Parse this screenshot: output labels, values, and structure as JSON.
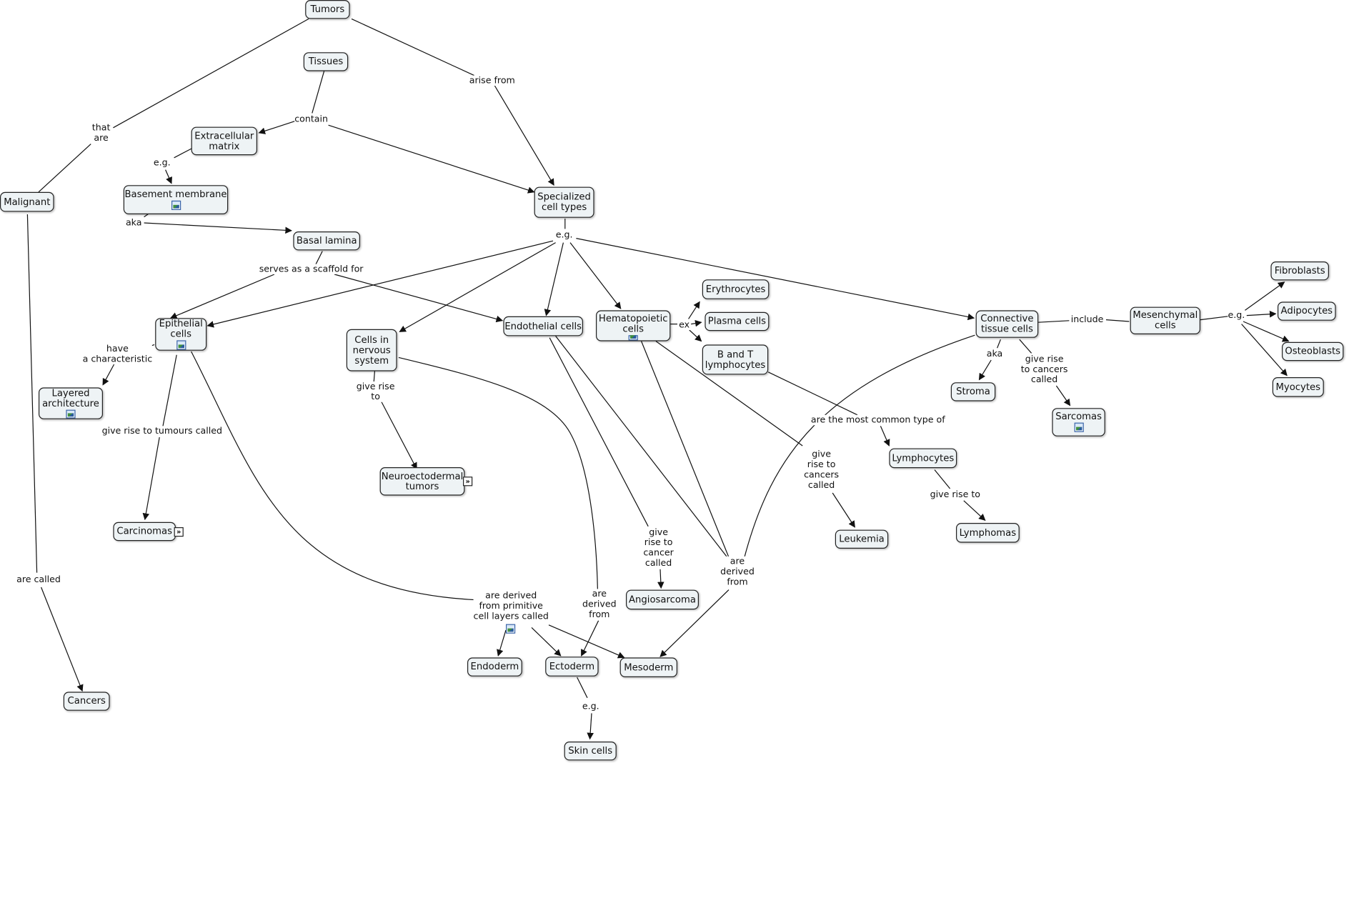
{
  "nodes": [
    {
      "id": "tumors",
      "label": "Tumors"
    },
    {
      "id": "tissues",
      "label": "Tissues"
    },
    {
      "id": "ecm",
      "label": "Extracellular\nmatrix"
    },
    {
      "id": "basement",
      "label": "Basement membrane"
    },
    {
      "id": "basal",
      "label": "Basal lamina"
    },
    {
      "id": "malignant",
      "label": "Malignant"
    },
    {
      "id": "specialized",
      "label": "Specialized\ncell types"
    },
    {
      "id": "epithelial",
      "label": "Epithelial\ncells"
    },
    {
      "id": "layered",
      "label": "Layered\narchitecture"
    },
    {
      "id": "carcinomas",
      "label": "Carcinomas"
    },
    {
      "id": "nervous",
      "label": "Cells in\nnervous\nsystem"
    },
    {
      "id": "neuro",
      "label": "Neuroectodermal\ntumors"
    },
    {
      "id": "endothelial",
      "label": "Endothelial cells"
    },
    {
      "id": "hemato",
      "label": "Hematopoietic\ncells"
    },
    {
      "id": "erythro",
      "label": "Erythrocytes"
    },
    {
      "id": "plasma",
      "label": "Plasma cells"
    },
    {
      "id": "bt",
      "label": "B and T\nlymphocytes"
    },
    {
      "id": "connective",
      "label": "Connective\ntissue cells"
    },
    {
      "id": "mesenchymal",
      "label": "Mesenchymal\ncells"
    },
    {
      "id": "fibroblasts",
      "label": "Fibroblasts"
    },
    {
      "id": "adipocytes",
      "label": "Adipocytes"
    },
    {
      "id": "osteoblasts",
      "label": "Osteoblasts"
    },
    {
      "id": "myocytes",
      "label": "Myocytes"
    },
    {
      "id": "stroma",
      "label": "Stroma"
    },
    {
      "id": "sarcomas",
      "label": "Sarcomas"
    },
    {
      "id": "lymphocytes",
      "label": "Lymphocytes"
    },
    {
      "id": "lymphomas",
      "label": "Lymphomas"
    },
    {
      "id": "leukemia",
      "label": "Leukemia"
    },
    {
      "id": "angiosarcoma",
      "label": "Angiosarcoma"
    },
    {
      "id": "endoderm",
      "label": "Endoderm"
    },
    {
      "id": "ectoderm",
      "label": "Ectoderm"
    },
    {
      "id": "mesoderm",
      "label": "Mesoderm"
    },
    {
      "id": "skin",
      "label": "Skin cells"
    },
    {
      "id": "cancers",
      "label": "Cancers"
    }
  ],
  "links": [
    {
      "id": "that_are",
      "label": "that\nare"
    },
    {
      "id": "arise_from",
      "label": "arise from"
    },
    {
      "id": "contain",
      "label": "contain"
    },
    {
      "id": "eg_ecm",
      "label": "e.g."
    },
    {
      "id": "aka_bm",
      "label": "aka"
    },
    {
      "id": "scaffold",
      "label": "serves as a scaffold for"
    },
    {
      "id": "eg_spec",
      "label": "e.g."
    },
    {
      "id": "have_char",
      "label": "have\na characteristic"
    },
    {
      "id": "give_tumours",
      "label": "give rise to tumours called"
    },
    {
      "id": "give_nerv",
      "label": "give rise\nto"
    },
    {
      "id": "ex",
      "label": "ex"
    },
    {
      "id": "include",
      "label": "include"
    },
    {
      "id": "eg_mes",
      "label": "e.g."
    },
    {
      "id": "aka_ct",
      "label": "aka"
    },
    {
      "id": "give_sarc",
      "label": "give rise\nto cancers\ncalled"
    },
    {
      "id": "most_common",
      "label": "are the most common type of"
    },
    {
      "id": "give_lymph",
      "label": "give rise to"
    },
    {
      "id": "give_leuk",
      "label": "give\nrise to\ncancers\ncalled"
    },
    {
      "id": "give_angio",
      "label": "give\nrise to\ncancer\ncalled"
    },
    {
      "id": "derived_prim",
      "label": "are derived\nfrom primitive\ncell layers called"
    },
    {
      "id": "derived_ecto",
      "label": "are\nderived\nfrom"
    },
    {
      "id": "derived_meso",
      "label": "are\nderived\nfrom"
    },
    {
      "id": "eg_ecto",
      "label": "e.g."
    },
    {
      "id": "are_called",
      "label": "are called"
    }
  ]
}
